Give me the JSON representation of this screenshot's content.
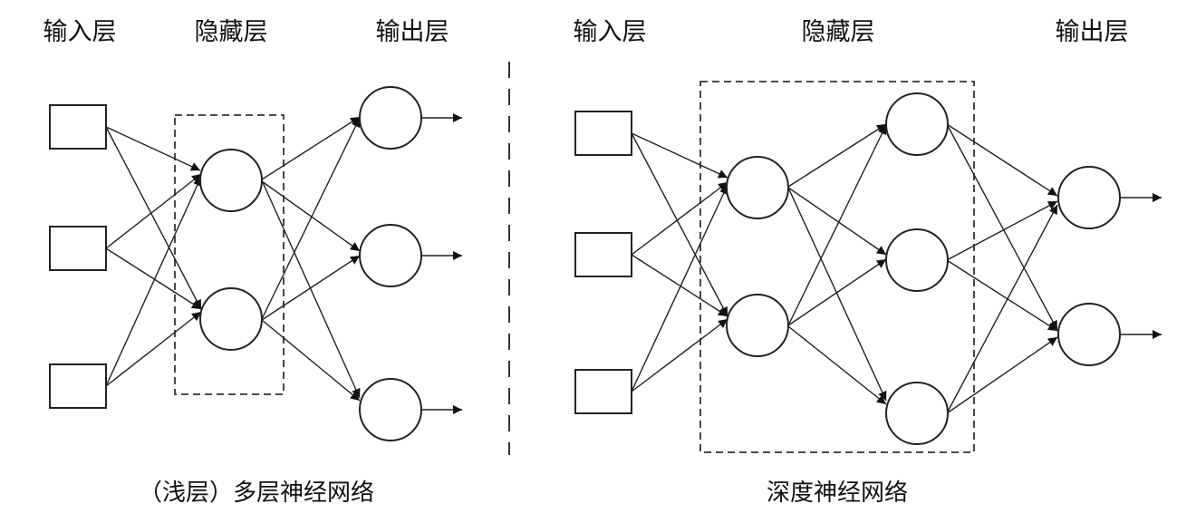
{
  "shallow": {
    "input_label": "输入层",
    "hidden_label": "隐藏层",
    "output_label": "输出层",
    "caption": "（浅层）多层神经网络"
  },
  "deep": {
    "input_label": "输入层",
    "hidden_label": "隐藏层",
    "output_label": "输出层",
    "caption": "深度神经网络"
  }
}
